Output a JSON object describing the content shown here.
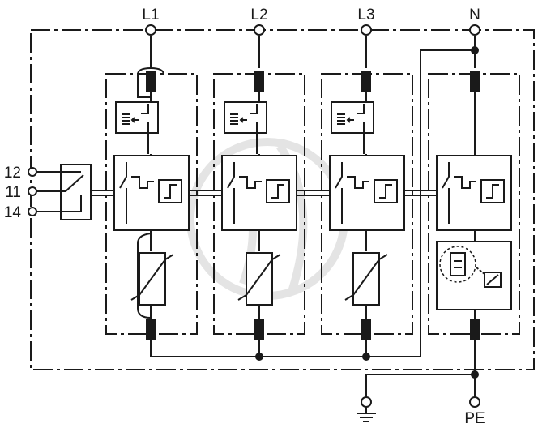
{
  "terminals": {
    "l1": "L1",
    "l2": "L2",
    "l3": "L3",
    "n": "N",
    "pe": "PE",
    "c12": "12",
    "c11": "11",
    "c14": "14"
  },
  "icons": {
    "ground": "earth-ground-icon",
    "varistor": "varistor-icon",
    "gas_discharge_tube": "gas-discharge-tube-icon",
    "thermal_disconnector": "thermal-disconnector-icon",
    "indicator": "status-indicator-icon",
    "remote_contact": "remote-signal-contact-icon"
  }
}
